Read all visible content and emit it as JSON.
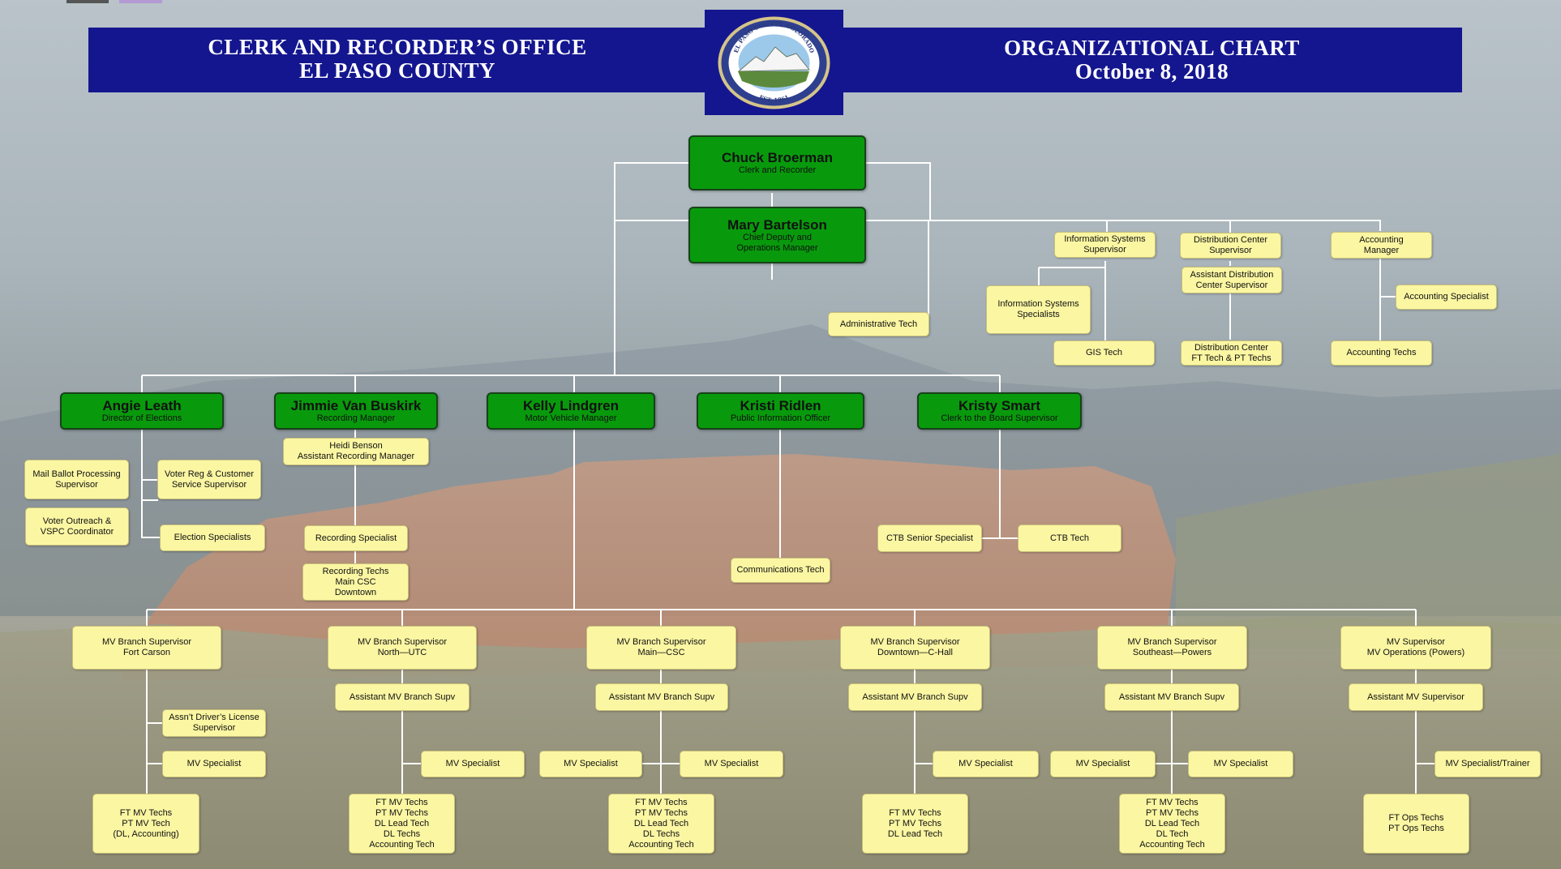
{
  "header": {
    "left_line1": "CLERK AND RECORDER’S OFFICE",
    "left_line2": "EL PASO COUNTY",
    "right_line1": "ORGANIZATIONAL CHART",
    "right_line2": "October 8, 2018",
    "seal_top": "EL PASO COUNTY, COLORADO",
    "seal_bottom": "EST. 1861"
  },
  "colors": {
    "banner": "#14168f",
    "manager_box": "#089a0c",
    "staff_box": "#fbf6a2",
    "lines": "#ffffff"
  },
  "executives": [
    {
      "id": "broerman",
      "name": "Chuck Broerman",
      "title": "Clerk and Recorder"
    },
    {
      "id": "bartelson",
      "name": "Mary Bartelson",
      "title": "Chief Deputy and Operations Manager"
    }
  ],
  "managers": [
    {
      "id": "leath",
      "name": "Angie Leath",
      "title": "Director of Elections"
    },
    {
      "id": "vanbuskirk",
      "name": "Jimmie Van Buskirk",
      "title": "Recording Manager"
    },
    {
      "id": "lindgren",
      "name": "Kelly Lindgren",
      "title": "Motor Vehicle Manager"
    },
    {
      "id": "ridlen",
      "name": "Kristi Ridlen",
      "title": "Public Information Officer"
    },
    {
      "id": "smart",
      "name": "Kristy Smart",
      "title": "Clerk to the Board Supervisor"
    }
  ],
  "staff": [
    {
      "id": "admin-tech",
      "lines": [
        "Administrative Tech"
      ]
    },
    {
      "id": "is-supervisor",
      "lines": [
        "Information Systems",
        "Supervisor"
      ]
    },
    {
      "id": "is-specialists",
      "lines": [
        "Information Systems",
        "Specialists"
      ]
    },
    {
      "id": "gis-tech",
      "lines": [
        "GIS Tech"
      ]
    },
    {
      "id": "dc-supervisor",
      "lines": [
        "Distribution Center",
        "Supervisor"
      ]
    },
    {
      "id": "asst-dc-supervisor",
      "lines": [
        "Assistant Distribution",
        "Center Supervisor"
      ]
    },
    {
      "id": "dc-techs",
      "lines": [
        "Distribution Center",
        "FT Tech & PT Techs"
      ]
    },
    {
      "id": "acct-manager",
      "lines": [
        "Accounting",
        "Manager"
      ]
    },
    {
      "id": "acct-specialist",
      "lines": [
        "Accounting Specialist"
      ]
    },
    {
      "id": "acct-techs",
      "lines": [
        "Accounting Techs"
      ]
    },
    {
      "id": "mail-ballot",
      "lines": [
        "Mail Ballot Processing",
        "Supervisor"
      ]
    },
    {
      "id": "voter-reg",
      "lines": [
        "Voter Reg & Customer",
        "Service Supervisor"
      ]
    },
    {
      "id": "voter-outreach",
      "lines": [
        "Voter Outreach &",
        "VSPC Coordinator"
      ]
    },
    {
      "id": "election-specialists",
      "lines": [
        "Election Specialists"
      ]
    },
    {
      "id": "heidi",
      "lines": [
        "Heidi Benson",
        "Assistant Recording Manager"
      ]
    },
    {
      "id": "recording-specialist",
      "lines": [
        "Recording Specialist"
      ]
    },
    {
      "id": "recording-techs",
      "lines": [
        "Recording Techs",
        "Main CSC",
        "Downtown"
      ]
    },
    {
      "id": "comm-tech",
      "lines": [
        "Communications Tech"
      ]
    },
    {
      "id": "ctb-senior",
      "lines": [
        "CTB Senior Specialist"
      ]
    },
    {
      "id": "ctb-tech",
      "lines": [
        "CTB Tech"
      ]
    },
    {
      "id": "sup-fc",
      "lines": [
        "MV Branch Supervisor",
        "Fort Carson"
      ]
    },
    {
      "id": "sup-utc",
      "lines": [
        "MV Branch Supervisor",
        "North—UTC"
      ]
    },
    {
      "id": "sup-csc",
      "lines": [
        "MV Branch Supervisor",
        "Main—CSC"
      ]
    },
    {
      "id": "sup-chall",
      "lines": [
        "MV Branch Supervisor",
        "Downtown—C-Hall"
      ]
    },
    {
      "id": "sup-powers",
      "lines": [
        "MV Branch Supervisor",
        "Southeast—Powers"
      ]
    },
    {
      "id": "sup-ops",
      "lines": [
        "MV Supervisor",
        "MV Operations (Powers)"
      ]
    },
    {
      "id": "asst-dl-fc",
      "lines": [
        "Assn’t Driver’s License",
        "Supervisor"
      ]
    },
    {
      "id": "asst-utc",
      "lines": [
        "Assistant MV Branch Supv"
      ]
    },
    {
      "id": "asst-csc",
      "lines": [
        "Assistant MV Branch Supv"
      ]
    },
    {
      "id": "asst-chall",
      "lines": [
        "Assistant MV Branch Supv"
      ]
    },
    {
      "id": "asst-powers",
      "lines": [
        "Assistant MV Branch Supv"
      ]
    },
    {
      "id": "asst-ops",
      "lines": [
        "Assistant MV Supervisor"
      ]
    },
    {
      "id": "spec-fc",
      "lines": [
        "MV Specialist"
      ]
    },
    {
      "id": "spec-utc",
      "lines": [
        "MV Specialist"
      ]
    },
    {
      "id": "spec-csc-l",
      "lines": [
        "MV Specialist"
      ]
    },
    {
      "id": "spec-csc-r",
      "lines": [
        "MV Specialist"
      ]
    },
    {
      "id": "spec-chall",
      "lines": [
        "MV Specialist"
      ]
    },
    {
      "id": "spec-powers-l",
      "lines": [
        "MV Specialist"
      ]
    },
    {
      "id": "spec-powers-r",
      "lines": [
        "MV Specialist"
      ]
    },
    {
      "id": "spec-ops",
      "lines": [
        "MV Specialist/Trainer"
      ]
    },
    {
      "id": "techs-fc",
      "lines": [
        "FT MV Techs",
        "PT MV Tech",
        "(DL, Accounting)"
      ]
    },
    {
      "id": "techs-utc",
      "lines": [
        "FT MV Techs",
        "PT MV Techs",
        "DL Lead Tech",
        "DL Techs",
        "Accounting Tech"
      ]
    },
    {
      "id": "techs-csc",
      "lines": [
        "FT MV Techs",
        "PT MV Techs",
        "DL Lead Tech",
        "DL Techs",
        "Accounting Tech"
      ]
    },
    {
      "id": "techs-chall",
      "lines": [
        "FT MV Techs",
        "PT MV Techs",
        "DL Lead Tech"
      ]
    },
    {
      "id": "techs-powers",
      "lines": [
        "FT MV Techs",
        "PT MV Techs",
        "DL Lead Tech",
        "DL Tech",
        "Accounting Tech"
      ]
    },
    {
      "id": "techs-ops",
      "lines": [
        "FT Ops Techs",
        "PT Ops Techs"
      ]
    }
  ]
}
